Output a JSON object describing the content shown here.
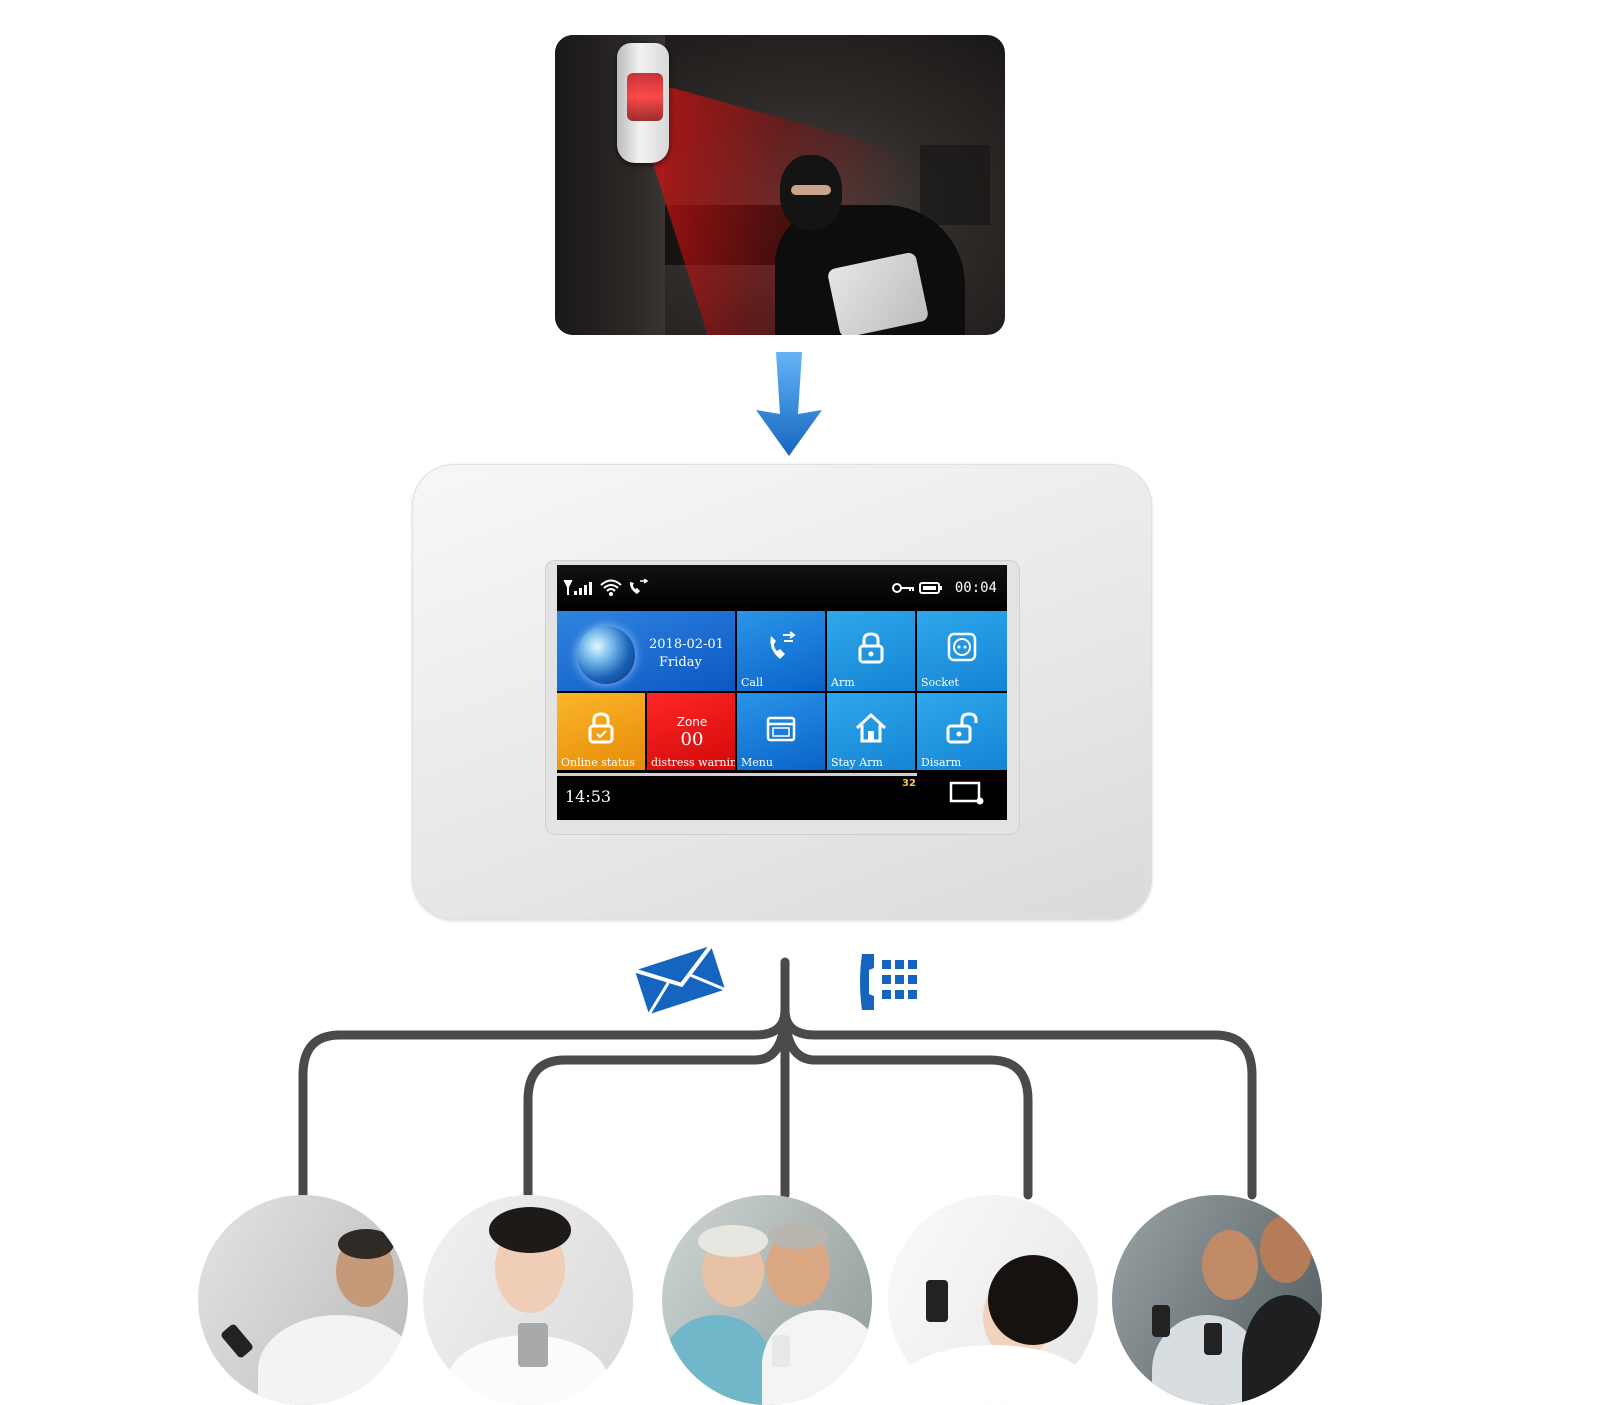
{
  "colors": {
    "arrow": "#1e88e5",
    "tree_line": "#4a4a4a",
    "icon_blue": "#1565c0"
  },
  "icons": {
    "notification_channels": [
      "envelope-icon",
      "phone-keypad-icon"
    ]
  },
  "panel": {
    "status_time": "00:04",
    "date": "2018-02-01",
    "day": "Friday",
    "tiles": {
      "call": "Call",
      "arm": "Arm",
      "socket": "Socket",
      "online": "Online status",
      "zone_label": "Zone",
      "zone_value": "00",
      "distress": "distress warning",
      "menu": "Menu",
      "stay_arm": "Stay  Arm",
      "disarm": "Disarm"
    },
    "clock": "14:53",
    "counter": "32"
  }
}
